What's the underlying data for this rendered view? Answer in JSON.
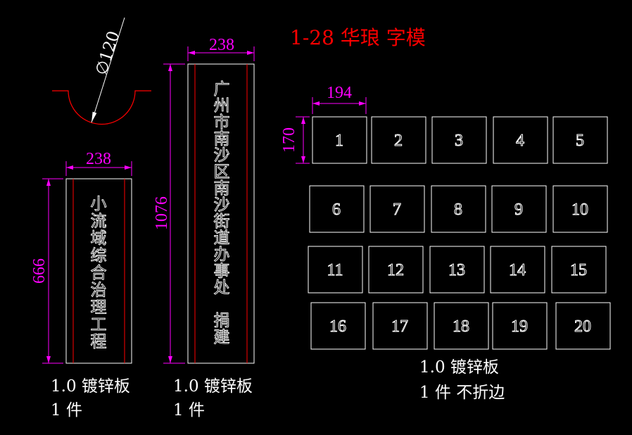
{
  "title": "1-28 华琅 字模",
  "diameter_label": "∅120",
  "small_panel": {
    "width_label": "238",
    "height_label": "666",
    "text": [
      "小",
      "流",
      "域",
      "综",
      "合",
      "治",
      "理",
      "工",
      "程"
    ],
    "material": "1.0 镀锌板",
    "quantity": "1 件"
  },
  "tall_panel": {
    "width_label": "238",
    "height_label": "1076",
    "text": [
      "广",
      "州",
      "市",
      "南",
      "沙",
      "区",
      "南",
      "沙",
      "街",
      "道",
      "办",
      "事",
      "处",
      "",
      "捐",
      "建"
    ],
    "material": "1.0 镀锌板",
    "quantity": "1 件"
  },
  "templates": {
    "width_label": "194",
    "height_label": "170",
    "labels": [
      "1",
      "2",
      "3",
      "4",
      "5",
      "6",
      "7",
      "8",
      "9",
      "10",
      "11",
      "12",
      "13",
      "14",
      "15",
      "16",
      "17",
      "18",
      "19",
      "20"
    ],
    "material": "1.0 镀锌板",
    "quantity": "1 件 不折边"
  },
  "colors": {
    "dimension": "#ff00ff",
    "title": "#ff0000",
    "outline": "#ffffff",
    "fold": "#ff0000"
  }
}
